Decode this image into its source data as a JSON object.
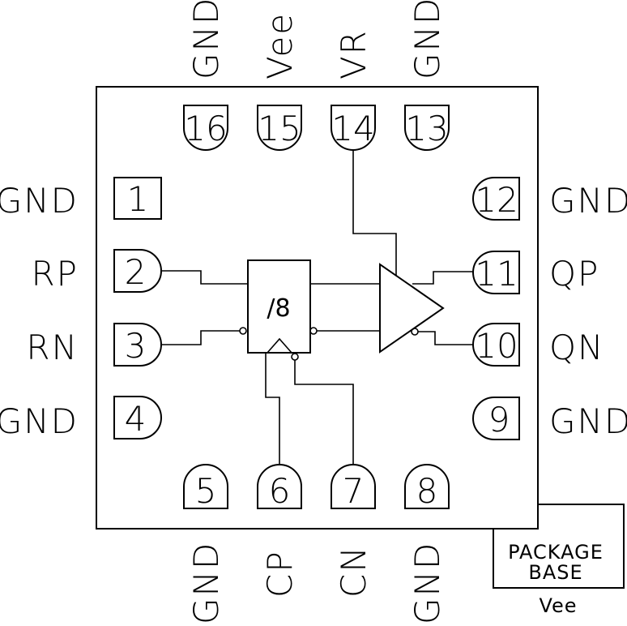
{
  "pins": {
    "p1": {
      "num": "1",
      "name": "GND"
    },
    "p2": {
      "num": "2",
      "name": "RP"
    },
    "p3": {
      "num": "3",
      "name": "RN"
    },
    "p4": {
      "num": "4",
      "name": "GND"
    },
    "p5": {
      "num": "5",
      "name": "GND"
    },
    "p6": {
      "num": "6",
      "name": "CP"
    },
    "p7": {
      "num": "7",
      "name": "CN"
    },
    "p8": {
      "num": "8",
      "name": "GND"
    },
    "p9": {
      "num": "9",
      "name": "GND"
    },
    "p10": {
      "num": "10",
      "name": "QN"
    },
    "p11": {
      "num": "11",
      "name": "QP"
    },
    "p12": {
      "num": "12",
      "name": "GND"
    },
    "p13": {
      "num": "13",
      "name": "GND"
    },
    "p14": {
      "num": "14",
      "name": "VR"
    },
    "p15": {
      "num": "15",
      "name": "Vee"
    },
    "p16": {
      "num": "16",
      "name": "GND"
    }
  },
  "divider": {
    "label": "/8"
  },
  "package_base": {
    "line1": "PACKAGE",
    "line2": "BASE",
    "net": "Vee"
  }
}
